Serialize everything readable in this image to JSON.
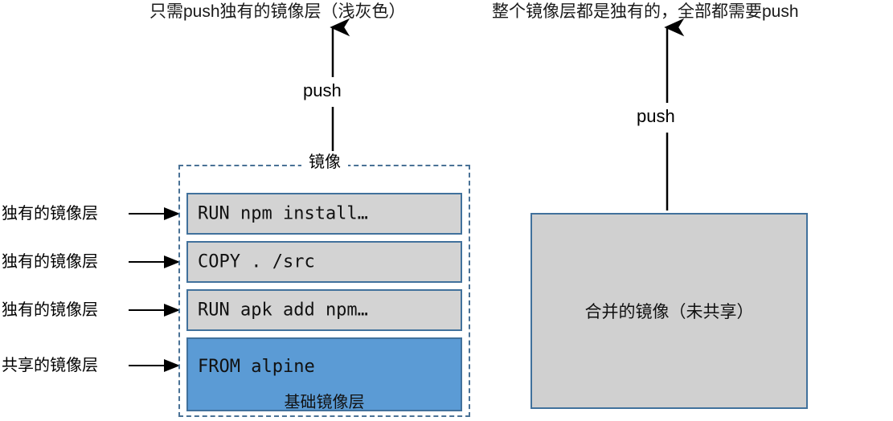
{
  "titles": {
    "left": "只需push独有的镜像层（浅灰色）",
    "right": "整个镜像层都是独有的，全部都需要push"
  },
  "push": {
    "left_label": "push",
    "right_label": "push"
  },
  "left_diagram": {
    "container_label": "镜像",
    "layers": [
      {
        "command": "RUN npm install…",
        "kind": "unique",
        "side_label": "独有的镜像层"
      },
      {
        "command": "COPY . /src",
        "kind": "unique",
        "side_label": "独有的镜像层"
      },
      {
        "command": "RUN apk add npm…",
        "kind": "unique",
        "side_label": "独有的镜像层"
      },
      {
        "command": "FROM alpine",
        "kind": "base",
        "caption": "基础镜像层",
        "side_label": "共享的镜像层"
      }
    ]
  },
  "right_diagram": {
    "box_label": "合并的镜像（未共享）"
  },
  "colors": {
    "unique_layer_fill": "#d3d3d3",
    "base_layer_fill": "#5b9bd5",
    "layer_border": "#41719c",
    "dashed_border": "#4a7296",
    "merged_box_fill": "#d0d0d0",
    "arrow": "#000000",
    "text": "#111111"
  }
}
